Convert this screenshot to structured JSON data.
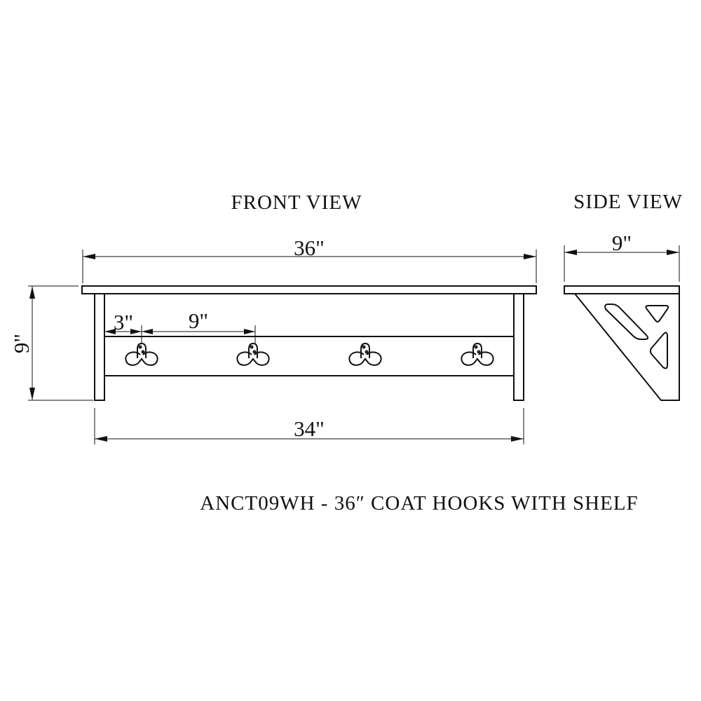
{
  "front_view": {
    "title": "FRONT VIEW",
    "width_top": "36\"",
    "height": "9\"",
    "hook_offset": "3\"",
    "hook_spacing": "9\"",
    "width_bottom": "34\""
  },
  "side_view": {
    "title": "SIDE VIEW",
    "depth": "9\""
  },
  "caption": "ANCT09WH - 36″ COAT HOOKS WITH SHELF",
  "colors": {
    "line": "#111111",
    "background": "#ffffff"
  }
}
